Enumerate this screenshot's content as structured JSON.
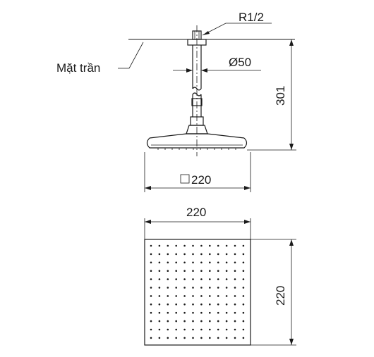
{
  "labels": {
    "ceiling": "Mặt trần",
    "thread": "R1/2",
    "pipe_diameter": "Ø50",
    "height": "301",
    "head_size": "220",
    "width": "220",
    "depth": "220"
  },
  "nozzle_grid": {
    "rows": 12,
    "cols": 12
  }
}
